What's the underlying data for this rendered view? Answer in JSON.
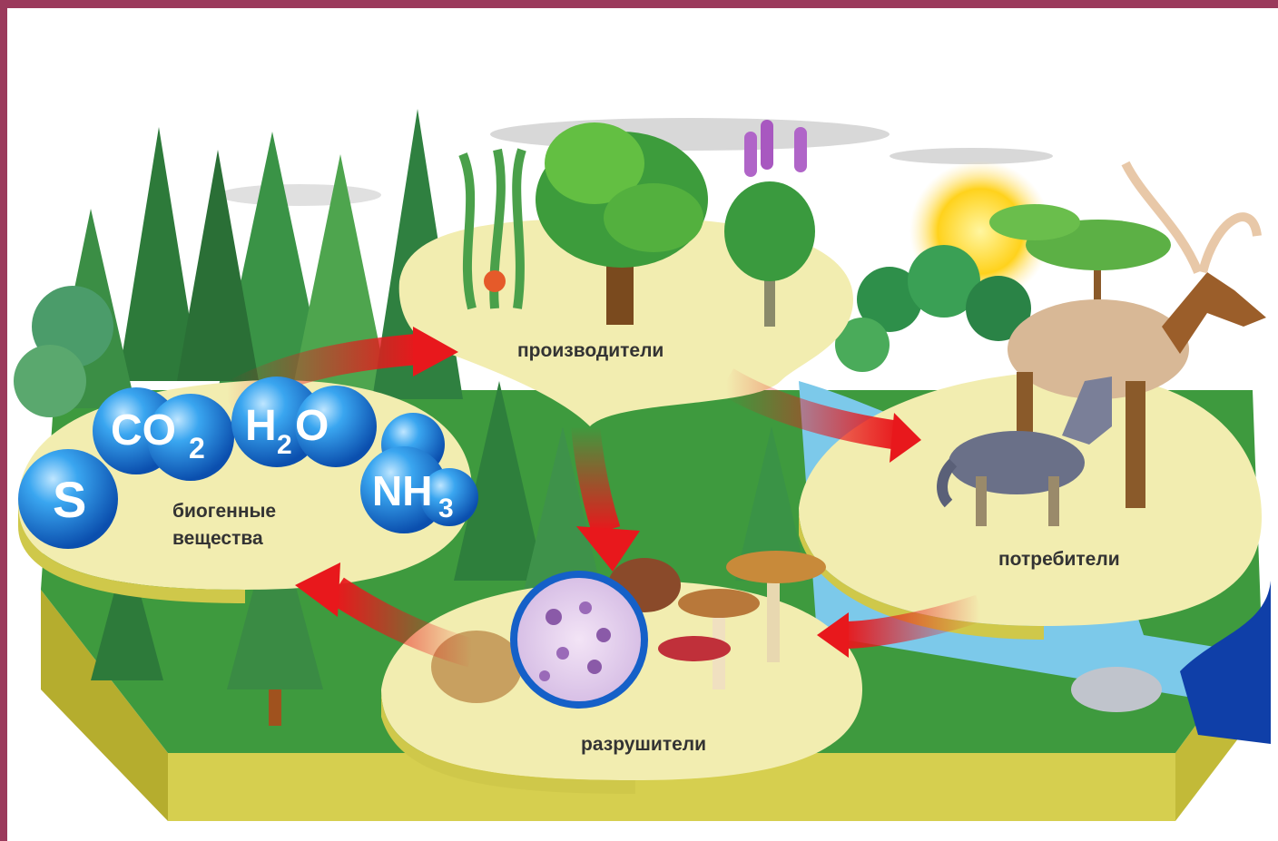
{
  "colors": {
    "frame": "#9b3a5c",
    "platform_top": "#f2edb0",
    "platform_side": "#cfc84a",
    "arrow": "#e8181c",
    "molecule": "#1e8fe0",
    "forest": "#2f8f3a",
    "water": "#4fb8e6",
    "sun": "#ffd21c"
  },
  "nodes": {
    "producers": "производители",
    "consumers": "потребители",
    "decomposers": "разрушители",
    "nutrients_line1": "биогенные",
    "nutrients_line2": "вещества"
  },
  "molecules": {
    "s": {
      "main": "S",
      "sub": ""
    },
    "co2": {
      "main": "CO",
      "sub": "2"
    },
    "h2o": {
      "pre": "H",
      "sub": "2",
      "post": "O"
    },
    "nh3": {
      "main": "NH",
      "sub": "3"
    }
  },
  "icons": [
    "conifer-tree-icon",
    "deciduous-tree-icon",
    "seaweed-icon",
    "flowering-plant-icon",
    "deer-icon",
    "wolf-icon",
    "mushroom-icon",
    "bacteria-icon",
    "sun-icon",
    "rock-icon"
  ]
}
